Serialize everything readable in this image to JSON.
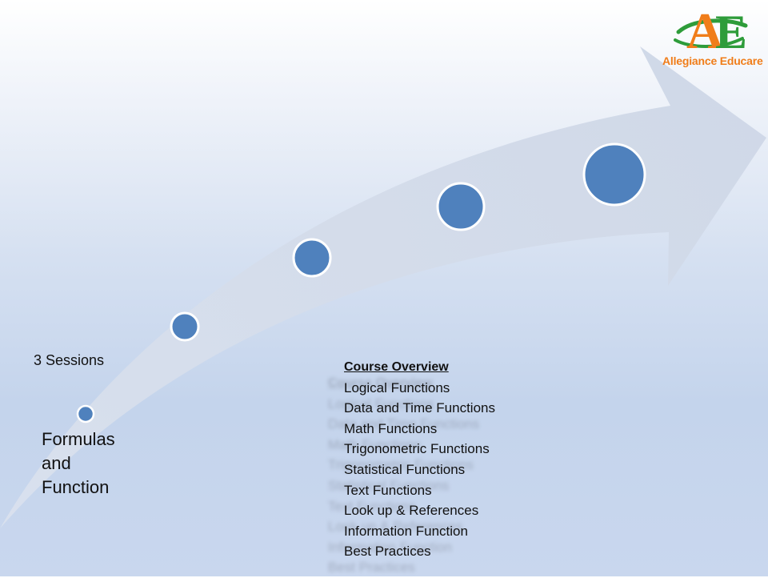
{
  "logo": {
    "initials": "AE",
    "name": "Allegiance Educare",
    "colors": {
      "orange": "#f07d1a",
      "green": "#2e9c3a"
    }
  },
  "arrow": {
    "fill": "#cfd8e8",
    "node_color": "#4f81bd",
    "node_border": "#ffffff",
    "steps": 5
  },
  "timeline": {
    "sessions_label": "3 Sessions",
    "first_step_label": [
      "Formulas",
      "and",
      "Function"
    ]
  },
  "overview": {
    "title": "Course Overview",
    "items": [
      "Logical Functions",
      "Data and Time Functions",
      "Math Functions",
      "Trigonometric Functions",
      "Statistical Functions",
      "Text Functions",
      "Look up & References",
      "Information Function",
      "Best Practices"
    ]
  }
}
